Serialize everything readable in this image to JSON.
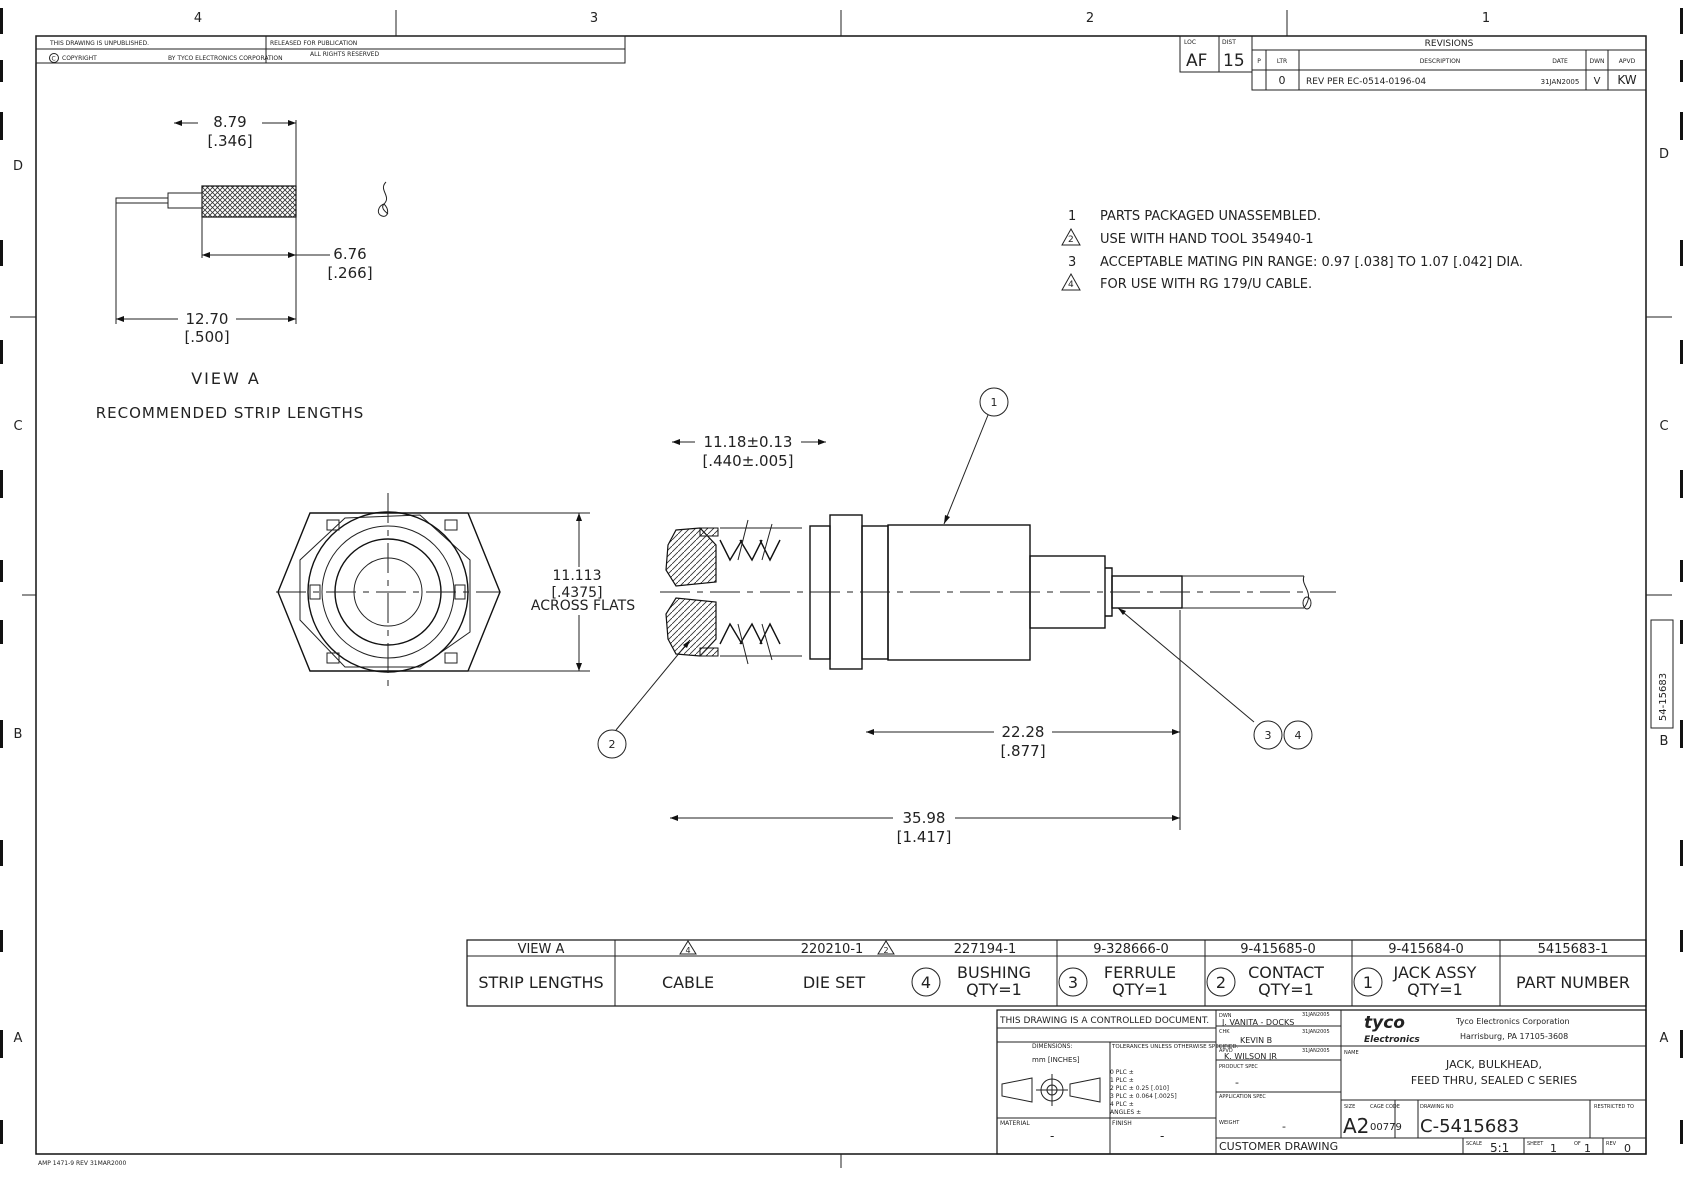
{
  "zones": {
    "cols": [
      "4",
      "3",
      "2",
      "1"
    ],
    "rows": [
      "D",
      "C",
      "B",
      "A"
    ]
  },
  "top_left_block": {
    "unpublished": "THIS DRAWING IS UNPUBLISHED.",
    "released": "RELEASED FOR PUBLICATION",
    "copyright": "COPYRIGHT",
    "copyright_by": "BY TYCO ELECTRONICS CORPORATION",
    "rights": "ALL RIGHTS RESERVED"
  },
  "revisions": {
    "title": "REVISIONS",
    "loc_label": "LOC",
    "loc": "AF",
    "dist_label": "DIST",
    "dist": "15",
    "headers": [
      "P",
      "LTR",
      "DESCRIPTION",
      "DATE",
      "DWN",
      "APVD"
    ],
    "row": {
      "ltr": "0",
      "description": "REV PER EC-0514-0196-04",
      "date": "31JAN2005",
      "dwn": "V",
      "apvd": "KW"
    }
  },
  "view_a": {
    "dim1": "8.79",
    "dim1_in": "[.346]",
    "dim2": "6.76",
    "dim2_in": "[.266]",
    "dim3": "12.70",
    "dim3_in": "[.500]",
    "title": "VIEW A",
    "subtitle": "RECOMMENDED STRIP LENGTHS"
  },
  "notes": [
    {
      "num": "1",
      "text": "PARTS PACKAGED UNASSEMBLED."
    },
    {
      "num": "2",
      "text": "USE WITH HAND TOOL 354940-1"
    },
    {
      "num": "3",
      "text": "ACCEPTABLE MATING PIN RANGE: 0.97 [.038] TO 1.07 [.042] DIA."
    },
    {
      "num": "4",
      "text": "FOR USE WITH RG 179/U CABLE."
    }
  ],
  "dims": {
    "ferrule": "11.18±0.13",
    "ferrule_in": "[.440±.005]",
    "flats": "11.113",
    "flats_in": "[.4375]",
    "flats_label": "ACROSS FLATS",
    "d22": "22.28",
    "d22_in": "[.877]",
    "d36": "35.98",
    "d36_in": "[1.417]"
  },
  "balloons": [
    "1",
    "2",
    "3",
    "4"
  ],
  "side_tab": "54-15683",
  "bom": {
    "top": [
      "VIEW A",
      "4",
      "220210-1",
      "2",
      "227194-1",
      "9-328666-0",
      "9-415685-0",
      "9-415684-0",
      "5415683-1"
    ],
    "bottom": {
      "strip": "STRIP LENGTHS",
      "cable": "CABLE",
      "die": "DIE SET",
      "bushing": "BUSHING",
      "bushing_qty": "QTY=1",
      "ferrule": "FERRULE",
      "ferrule_qty": "QTY=1",
      "contact": "CONTACT",
      "contact_qty": "QTY=1",
      "jack": "JACK ASSY",
      "jack_qty": "QTY=1",
      "part": "PART NUMBER"
    }
  },
  "title_block": {
    "controlled": "THIS DRAWING IS A CONTROLLED DOCUMENT.",
    "dimensions": "DIMENSIONS:",
    "dim_units": "mm [INCHES]",
    "tolerances": "TOLERANCES UNLESS OTHERWISE SPECIFIED:",
    "tol_rows": [
      "0 PLC ±",
      "1 PLC ±",
      "2 PLC ± 0.25 [.010]",
      "3 PLC ± 0.064 [.0025]",
      "4 PLC ±",
      "ANGLES ±"
    ],
    "material": "MATERIAL",
    "material_val": "-",
    "finish": "FINISH",
    "finish_val": "-",
    "dwn": "DWN",
    "dwn_name": "J. VANITA - DOCKS",
    "dwn_date": "31JAN2005",
    "chk": "CHK",
    "chk_name": "KEVIN B",
    "chk_date": "31JAN2005",
    "apvd": "APVD",
    "apvd_name": "K. WILSON JR",
    "apvd_date": "31JAN2005",
    "product_spec": "PRODUCT SPEC",
    "product_spec_val": "-",
    "application_spec": "APPLICATION SPEC",
    "weight": "WEIGHT",
    "weight_val": "-",
    "customer": "CUSTOMER DRAWING",
    "logo_top": "tyco",
    "logo_bottom": "Electronics",
    "company": "Tyco Electronics Corporation",
    "address": "Harrisburg, PA 17105-3608",
    "name_label": "NAME",
    "name1": "JACK, BULKHEAD,",
    "name2": "FEED THRU, SEALED C SERIES",
    "size_label": "SIZE",
    "size": "A2",
    "cage_label": "CAGE CODE",
    "cage": "00779",
    "dwg_label": "DRAWING NO",
    "dwg": "C-5415683",
    "restricted": "RESTRICTED TO",
    "scale_label": "SCALE",
    "scale": "5:1",
    "sheet_label": "SHEET",
    "sheet": "1",
    "of_label": "OF",
    "of": "1",
    "rev_label": "REV",
    "rev": "0"
  },
  "form_id": "AMP 1471-9 REV 31MAR2000"
}
